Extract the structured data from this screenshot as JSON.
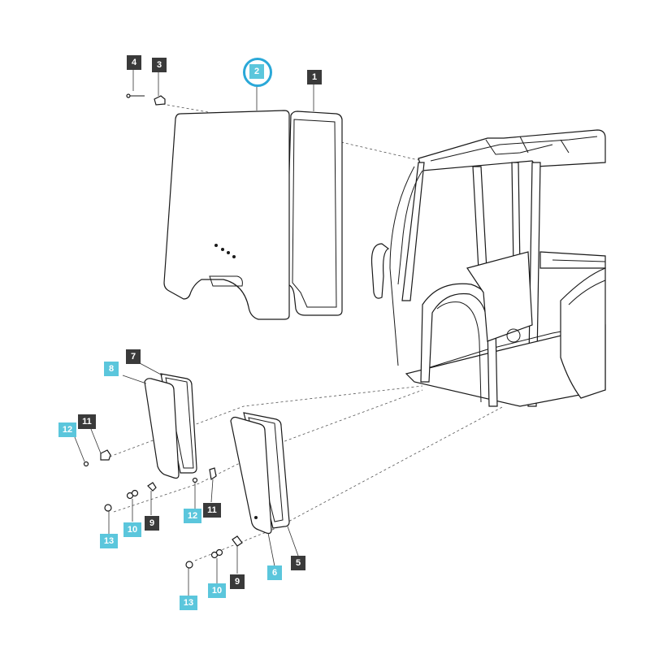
{
  "callouts": [
    {
      "id": "c4",
      "label": "4",
      "style": "dark"
    },
    {
      "id": "c3",
      "label": "3",
      "style": "dark"
    },
    {
      "id": "c2",
      "label": "2",
      "style": "light",
      "selected": true
    },
    {
      "id": "c1",
      "label": "1",
      "style": "dark"
    },
    {
      "id": "c7",
      "label": "7",
      "style": "dark"
    },
    {
      "id": "c8",
      "label": "8",
      "style": "light"
    },
    {
      "id": "c11a",
      "label": "11",
      "style": "dark"
    },
    {
      "id": "c12a",
      "label": "12",
      "style": "light"
    },
    {
      "id": "c9a",
      "label": "9",
      "style": "dark"
    },
    {
      "id": "c10a",
      "label": "10",
      "style": "light"
    },
    {
      "id": "c13a",
      "label": "13",
      "style": "light"
    },
    {
      "id": "c12b",
      "label": "12",
      "style": "light"
    },
    {
      "id": "c11b",
      "label": "11",
      "style": "dark"
    },
    {
      "id": "c6",
      "label": "6",
      "style": "light"
    },
    {
      "id": "c5",
      "label": "5",
      "style": "dark"
    },
    {
      "id": "c10b",
      "label": "10",
      "style": "light"
    },
    {
      "id": "c9b",
      "label": "9",
      "style": "dark"
    },
    {
      "id": "c13b",
      "label": "13",
      "style": "light"
    }
  ],
  "colors": {
    "dark_callout": "#3a3a3a",
    "light_callout": "#5bc6dc",
    "highlight_ring": "#2aa8d8"
  }
}
